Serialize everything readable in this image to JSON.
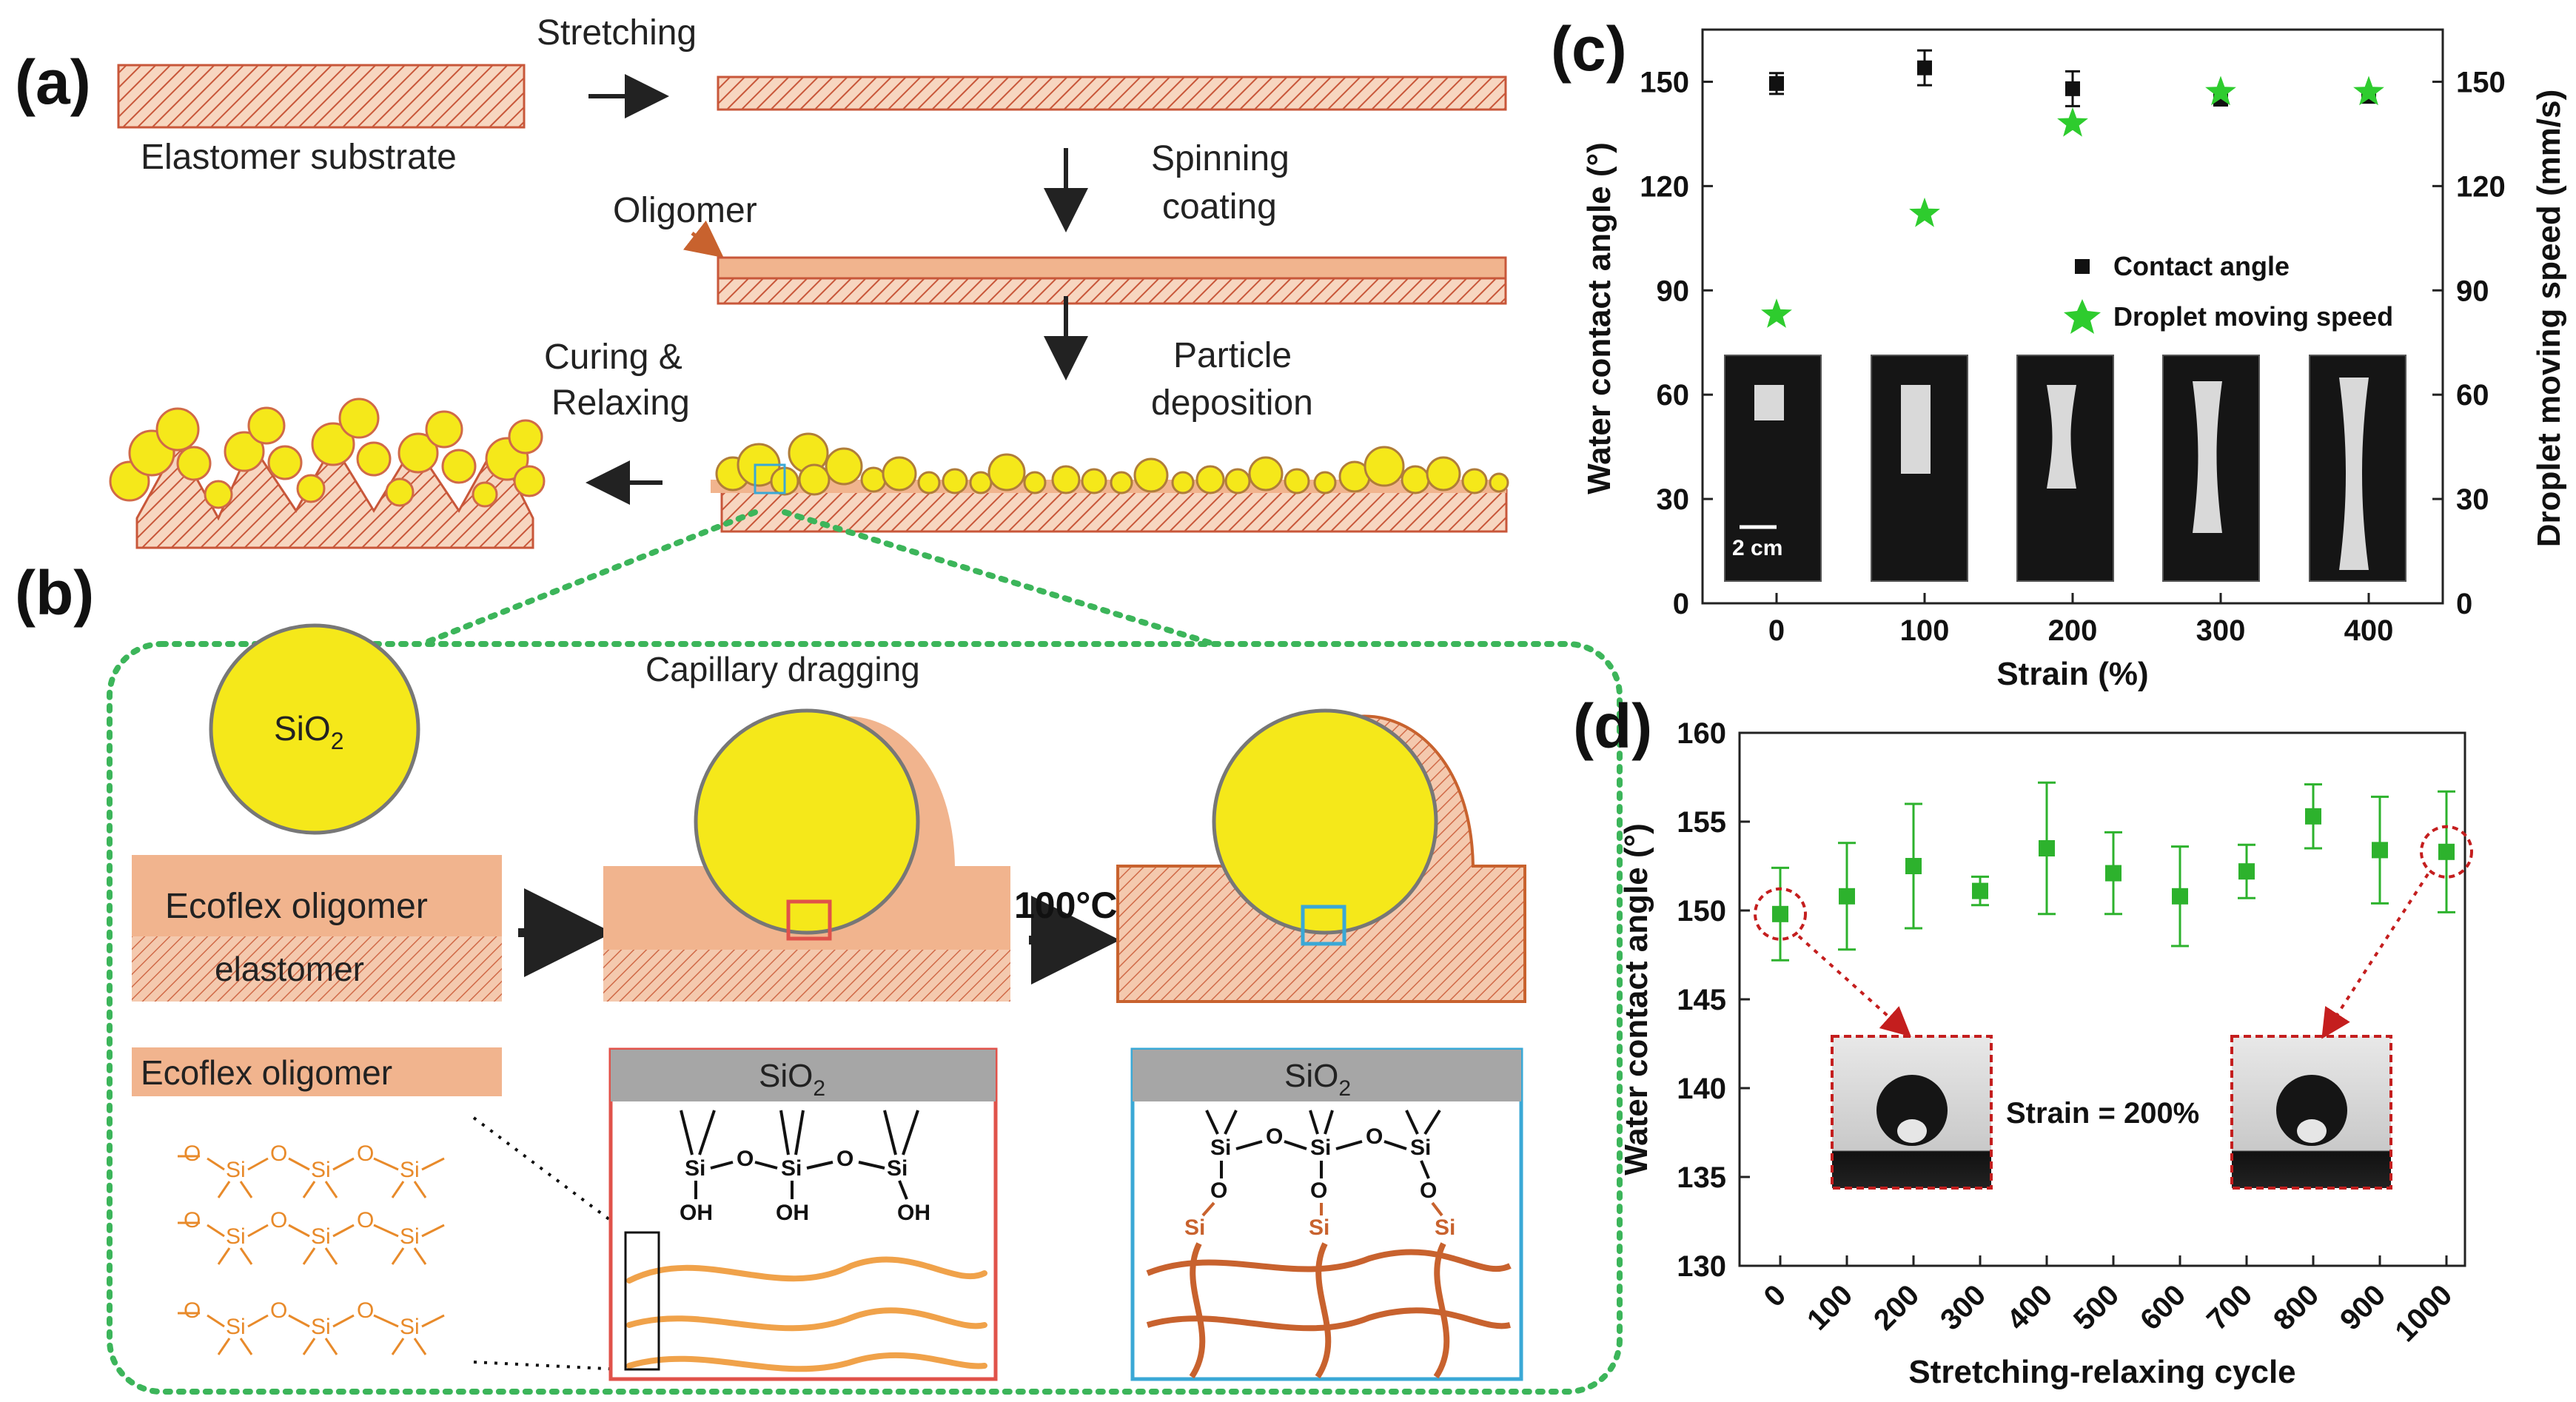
{
  "panel_labels": {
    "a": "(a)",
    "b": "(b)",
    "c": "(c)",
    "d": "(d)"
  },
  "colors": {
    "substrate": "#f1b48e",
    "hatch": "#c8573a",
    "particle": "#f5e81a",
    "particle_edge": "#b07d3a",
    "dotted_border": "#3cb55a",
    "red_box": "#e0524a",
    "blue_box": "#3aa8d6",
    "chain": "#e88a2a",
    "network": "#c8622e",
    "contact_marker": "#111111",
    "speed_marker": "#2ecc2e",
    "cycle_marker": "#2db22d"
  },
  "panel_a": {
    "elastomer_label": "Elastomer substrate",
    "stretching_label": "Stretching",
    "oligomer_label": "Oligomer",
    "spin_label_1": "Spinning",
    "spin_label_2": "coating",
    "particle_label_1": "Particle",
    "particle_label_2": "deposition",
    "curing_label_1": "Curing &",
    "curing_label_2": "Relaxing"
  },
  "panel_b": {
    "sio2": "SiO",
    "sio2_sub": "2",
    "capillary_label": "Capillary dragging",
    "ecoflex_label": "Ecoflex oligomer",
    "elastomer_label": "elastomer",
    "temp_label": "100°C",
    "ecoflex_label_2": "Ecoflex oligomer",
    "si": "Si",
    "o": "O",
    "oh": "OH"
  },
  "chart_data": [
    {
      "type": "scatter",
      "panel": "(c)",
      "xlabel": "Strain (%)",
      "ylabel": "Water contact angle (°)",
      "y2label": "Droplet moving speed (mm/s)",
      "x_ticks": [
        "0",
        "100",
        "200",
        "300",
        "400"
      ],
      "y_ticks": [
        "0",
        "30",
        "60",
        "90",
        "120",
        "150"
      ],
      "y2_ticks": [
        "0",
        "30",
        "60",
        "90",
        "120",
        "150"
      ],
      "xlim": [
        -50,
        450
      ],
      "ylim": [
        0,
        165
      ],
      "y2lim": [
        0,
        165
      ],
      "legend_position": "center-right",
      "scale_bar_label": "2 cm",
      "series": [
        {
          "name": "Contact angle",
          "axis": "left",
          "x": [
            0,
            100,
            200,
            300,
            400
          ],
          "values": [
            149.5,
            154,
            148,
            145,
            146
          ],
          "errors": [
            3,
            5,
            5,
            1,
            2
          ]
        },
        {
          "name": "Droplet moving speed",
          "axis": "right",
          "x": [
            0,
            100,
            200,
            300,
            400
          ],
          "values": [
            83,
            112,
            138,
            147,
            147
          ]
        }
      ]
    },
    {
      "type": "scatter",
      "panel": "(d)",
      "xlabel": "Stretching-relaxing cycle",
      "ylabel": "Water contact angle (°)",
      "categories": [
        "0",
        "100",
        "200",
        "300",
        "400",
        "500",
        "600",
        "700",
        "800",
        "900",
        "1000"
      ],
      "y_ticks": [
        "130",
        "135",
        "140",
        "145",
        "150",
        "155",
        "160"
      ],
      "ylim": [
        130,
        160
      ],
      "annotation": "Strain = 200%",
      "series": [
        {
          "values": [
            149.8,
            150.8,
            152.5,
            151.1,
            153.5,
            152.1,
            150.8,
            152.2,
            155.3,
            153.4,
            153.3
          ],
          "errors": [
            2.6,
            3.0,
            3.5,
            0.8,
            3.7,
            2.3,
            2.8,
            1.5,
            1.8,
            3.0,
            3.4
          ]
        }
      ]
    }
  ]
}
